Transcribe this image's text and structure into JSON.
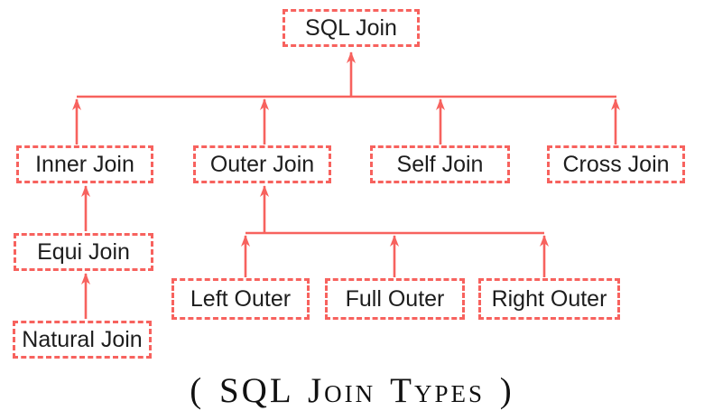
{
  "caption": "( SQL Join Types )",
  "colors": {
    "accent": "#f7625e",
    "text": "#1d1d1d",
    "background": "#ffffff"
  },
  "nodes": {
    "sql_join": {
      "label": "SQL Join"
    },
    "inner_join": {
      "label": "Inner Join"
    },
    "outer_join": {
      "label": "Outer Join"
    },
    "self_join": {
      "label": "Self Join"
    },
    "cross_join": {
      "label": "Cross Join"
    },
    "equi_join": {
      "label": "Equi Join"
    },
    "natural_join": {
      "label": "Natural Join"
    },
    "left_outer": {
      "label": "Left Outer"
    },
    "full_outer": {
      "label": "Full Outer"
    },
    "right_outer": {
      "label": "Right Outer"
    }
  },
  "edges": [
    {
      "from": "inner_join",
      "to": "sql_join"
    },
    {
      "from": "outer_join",
      "to": "sql_join"
    },
    {
      "from": "self_join",
      "to": "sql_join"
    },
    {
      "from": "cross_join",
      "to": "sql_join"
    },
    {
      "from": "equi_join",
      "to": "inner_join"
    },
    {
      "from": "natural_join",
      "to": "equi_join"
    },
    {
      "from": "left_outer",
      "to": "outer_join"
    },
    {
      "from": "full_outer",
      "to": "outer_join"
    },
    {
      "from": "right_outer",
      "to": "outer_join"
    }
  ]
}
